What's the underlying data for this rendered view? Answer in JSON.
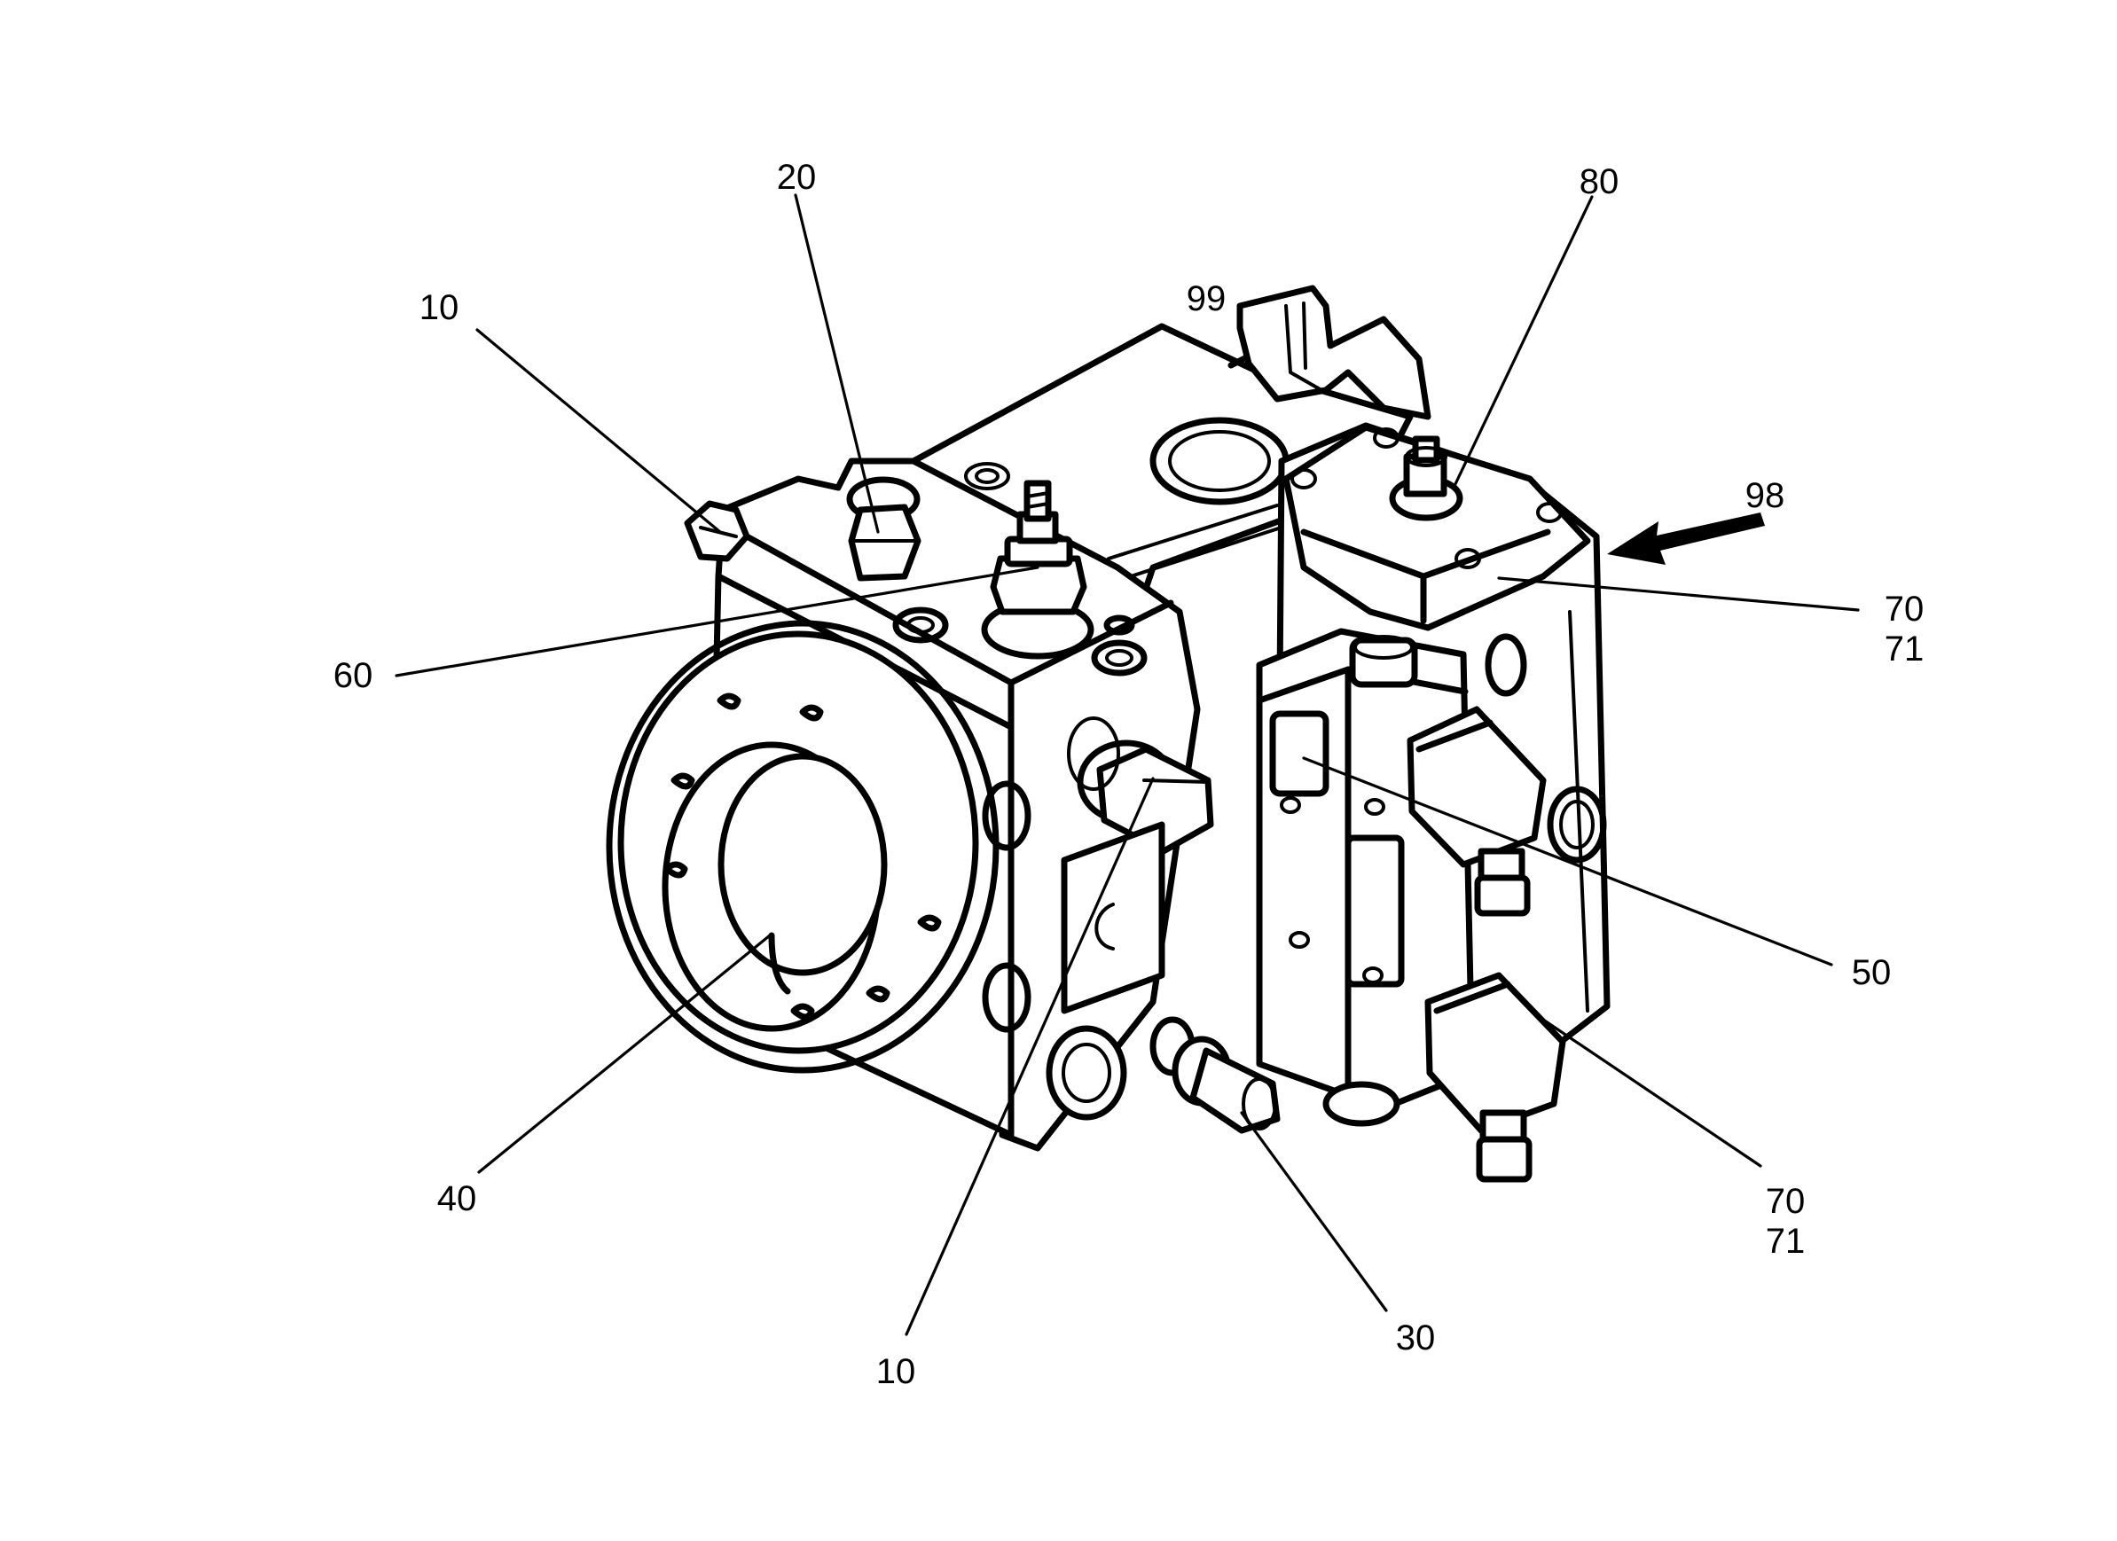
{
  "diagram": {
    "callouts": [
      {
        "id": "c10a",
        "label": "10"
      },
      {
        "id": "c20",
        "label": "20"
      },
      {
        "id": "c99",
        "label": "99"
      },
      {
        "id": "c80",
        "label": "80"
      },
      {
        "id": "c98",
        "label": "98"
      },
      {
        "id": "c70a",
        "label": "70"
      },
      {
        "id": "c71a",
        "label": "71"
      },
      {
        "id": "c60",
        "label": "60"
      },
      {
        "id": "c50",
        "label": "50"
      },
      {
        "id": "c40",
        "label": "40"
      },
      {
        "id": "c10b",
        "label": "10"
      },
      {
        "id": "c30",
        "label": "30"
      },
      {
        "id": "c70b",
        "label": "70"
      },
      {
        "id": "c71b",
        "label": "71"
      }
    ]
  }
}
